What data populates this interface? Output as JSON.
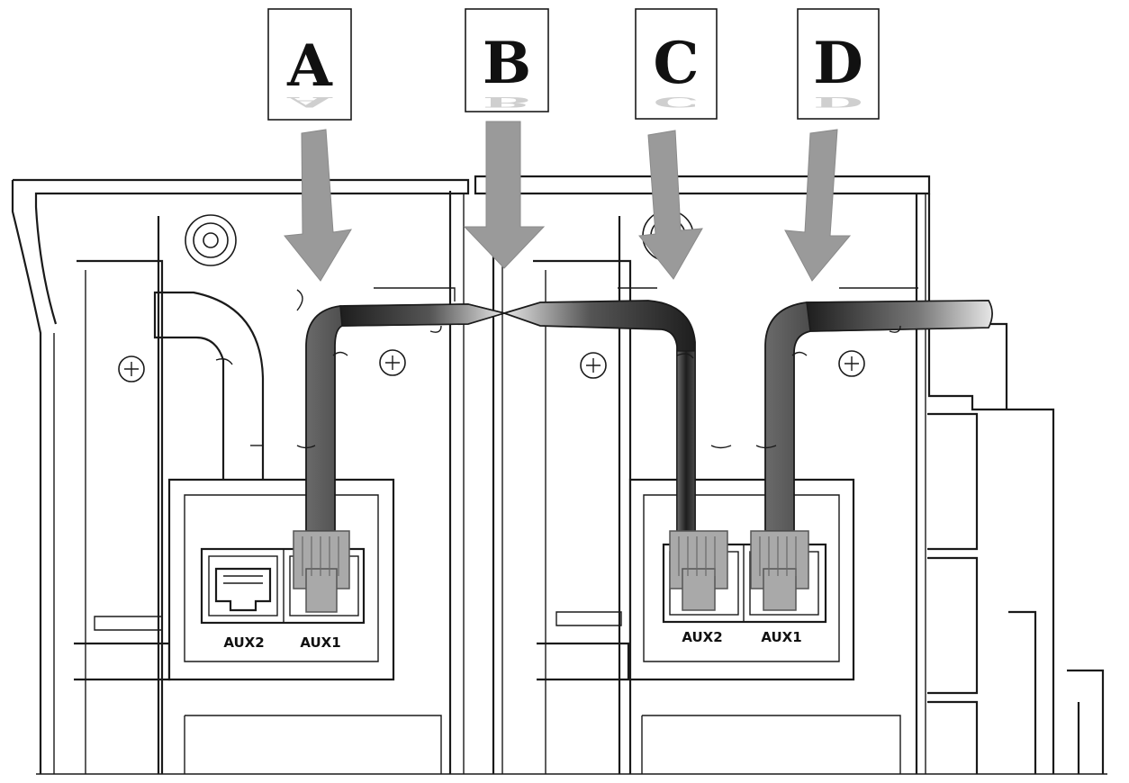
{
  "callouts": [
    {
      "id": "A",
      "label": "A"
    },
    {
      "id": "B",
      "label": "B"
    },
    {
      "id": "C",
      "label": "C"
    },
    {
      "id": "D",
      "label": "D"
    }
  ],
  "modules": [
    {
      "ports": [
        {
          "label": "AUX2",
          "connected": false
        },
        {
          "label": "AUX1",
          "connected": true
        }
      ]
    },
    {
      "ports": [
        {
          "label": "AUX2",
          "connected": true
        },
        {
          "label": "AUX1",
          "connected": true
        }
      ]
    }
  ],
  "colors": {
    "arrow": "#9a9a9a",
    "cable_dark": "#1e1e1e",
    "cable_light": "#e6e6e6",
    "plug": "#a9a9a9",
    "outline": "#1a1a1a"
  }
}
